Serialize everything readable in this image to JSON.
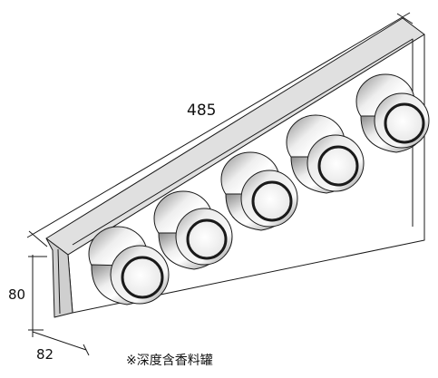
{
  "drawing": {
    "dimensions": {
      "width": "485",
      "height": "80",
      "depth": "82"
    },
    "note": "※深度含香料罐",
    "holder_count": 5,
    "colors": {
      "line": "#1a1a1a",
      "panel_face": "#ffffff",
      "panel_top": "#d9d9d9",
      "panel_edge": "#bdbdbd",
      "cylinder_dark": "#7a7a7a",
      "cylinder_light": "#e2e2e2",
      "cap_face": "#f4f4f4",
      "cap_ring": "#2a2a2a"
    }
  }
}
